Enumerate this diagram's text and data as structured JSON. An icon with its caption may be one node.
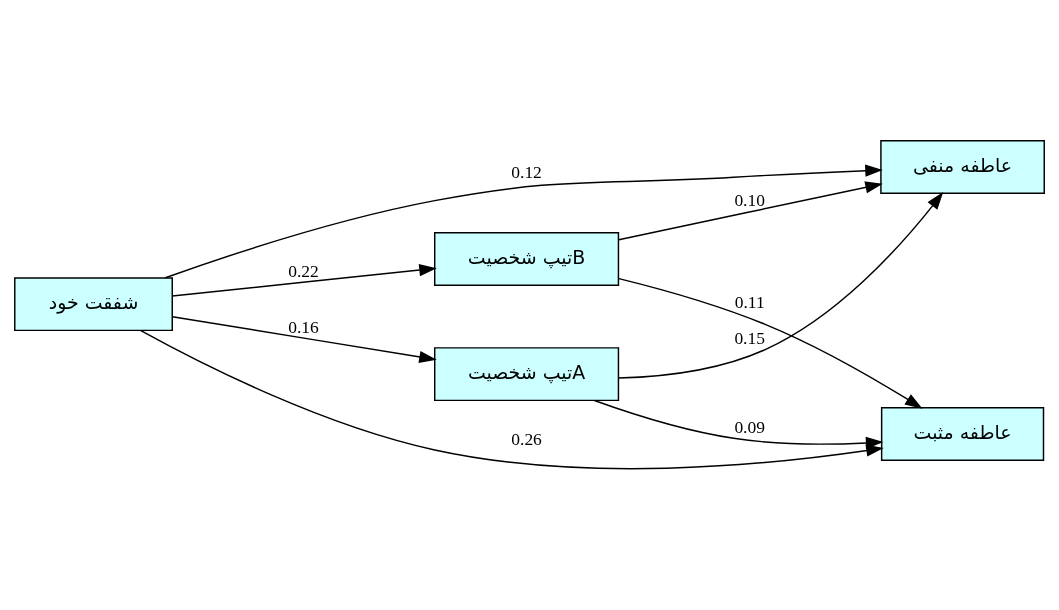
{
  "diagram": {
    "nodes": [
      {
        "text": [
          "تیپ شخصیتA"
        ]
      },
      {
        "text": [
          "تیپ شخصیتB"
        ]
      },
      {
        "text": [
          "عاطفه مثبت"
        ]
      },
      {
        "text": [
          "عاطفه منفی"
        ]
      },
      {
        "text": [
          "شفقت خود"
        ]
      }
    ],
    "edges": [
      {
        "from": 4,
        "to": 0,
        "arrow": "to",
        "label": "0.16"
      },
      {
        "from": 4,
        "to": 1,
        "arrow": "to",
        "label": "0.22"
      },
      {
        "from": 0,
        "to": 2,
        "arrow": "to",
        "label": "0.09"
      },
      {
        "from": 0,
        "to": 3,
        "arrow": "to",
        "label": "0.15"
      },
      {
        "from": 1,
        "to": 2,
        "arrow": "to",
        "label": "0.11"
      },
      {
        "from": 1,
        "to": 3,
        "arrow": "to",
        "label": "0.10"
      },
      {
        "from": 4,
        "to": 2,
        "arrow": "to",
        "label": "0.26"
      },
      {
        "from": 4,
        "to": 3,
        "arrow": "to",
        "label": "0.12"
      }
    ]
  }
}
